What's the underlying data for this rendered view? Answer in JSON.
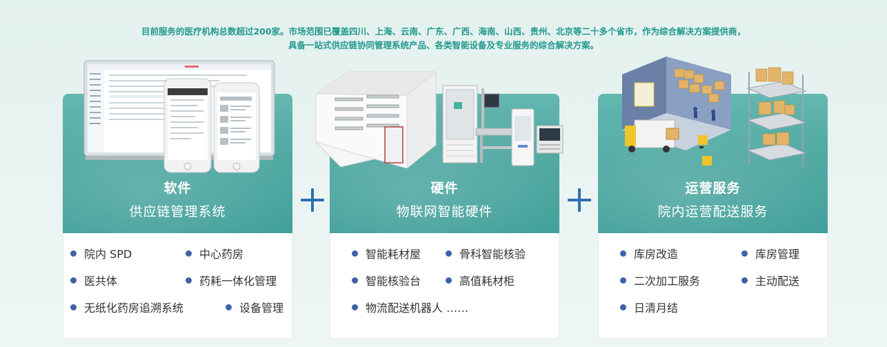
{
  "intro": {
    "line1": "目前服务的医疗机构总数超过200家。市场范围已覆盖四川、上海、云南、广东、广西、海南、山西、贵州、北京等二十多个省市，作为综合解决方案提供商，",
    "line2": "具备一站式供应链协同管理系统产品、各类智能设备及专业服务的综合解决方案。"
  },
  "colors": {
    "teal": "#4ea8a1",
    "text_teal": "#23998f",
    "bullet": "#3e62a8",
    "plus": "#2f6fb2"
  },
  "cards": [
    {
      "title": "软件",
      "subtitle": "供应链管理系统",
      "items": [
        "院内 SPD",
        "中心药房",
        "医共体",
        "药耗一体化管理",
        "无纸化药房追溯系统",
        "设备管理"
      ]
    },
    {
      "title": "硬件",
      "subtitle": "物联网智能硬件",
      "items": [
        "智能耗材屋",
        "骨科智能核验",
        "智能核验台",
        "高值耗材柜",
        "物流配送机器人 ……"
      ]
    },
    {
      "title": "运营服务",
      "subtitle": "院内运营配送服务",
      "items": [
        "库房改造",
        "库房管理",
        "二次加工服务",
        "主动配送",
        "日清月结"
      ]
    }
  ]
}
